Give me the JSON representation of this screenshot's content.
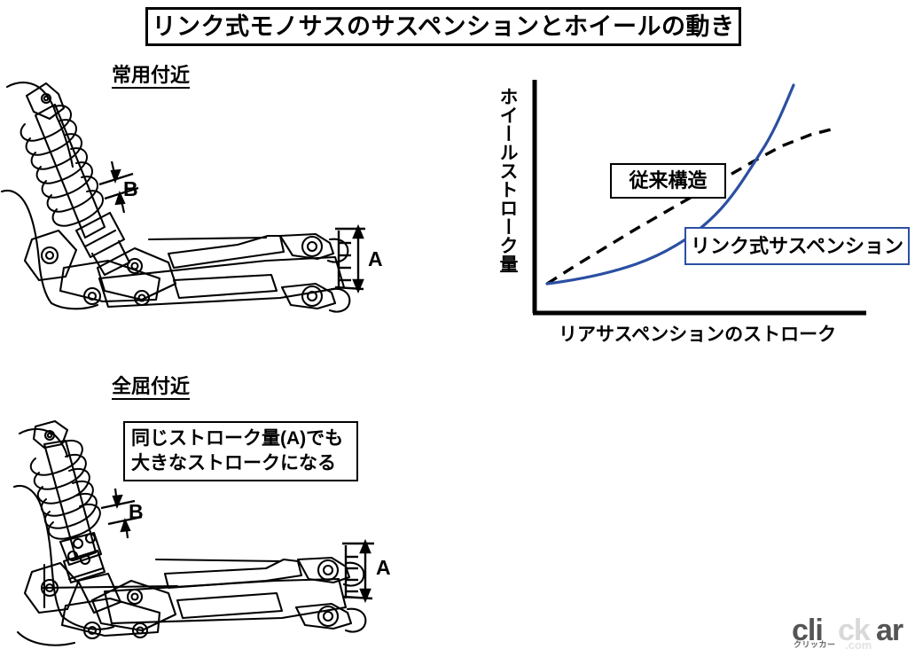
{
  "title": "リンク式モノサスのサスペンションとホイールの動き",
  "sections": {
    "upper": {
      "heading": "常用付近",
      "dim_small": "B",
      "dim_large": "A"
    },
    "lower": {
      "heading": "全屈付近",
      "dim_small": "B",
      "dim_large": "A",
      "note_line1": "同じストローク量(A)でも",
      "note_line2": "大きなストロークになる"
    }
  },
  "chart_data": {
    "type": "line",
    "title": "",
    "xlabel": "リアサスペンションのストローク",
    "ylabel": "ホイールストローク量",
    "xlim": [
      0,
      100
    ],
    "ylim": [
      0,
      100
    ],
    "grid": false,
    "axis_ticks": false,
    "legend_position": "inside",
    "series": [
      {
        "name": "従来構造",
        "style": "dashed",
        "color": "#000000",
        "x": [
          0,
          10,
          20,
          30,
          40,
          50,
          60,
          70,
          80,
          90,
          96
        ],
        "y": [
          2,
          9,
          16,
          23,
          30,
          37,
          44,
          51,
          58,
          65,
          70
        ]
      },
      {
        "name": "リンク式サスペンション",
        "style": "solid",
        "color": "#2b4fa2",
        "x": [
          0,
          10,
          20,
          30,
          40,
          50,
          60,
          70,
          80,
          85,
          90,
          95,
          98
        ],
        "y": [
          2,
          4,
          7,
          11,
          16,
          23,
          32,
          44,
          60,
          70,
          80,
          91,
          98
        ]
      }
    ]
  },
  "legend": {
    "conventional": "従来構造",
    "linkage": "リンク式サスペンション",
    "conventional_color": "#000000",
    "linkage_color": "#2b4fa2"
  },
  "watermark": {
    "main": "cli",
    "faded": "ck",
    "tail": "ar",
    "sub": "クリッカー",
    "domain": ".com"
  }
}
